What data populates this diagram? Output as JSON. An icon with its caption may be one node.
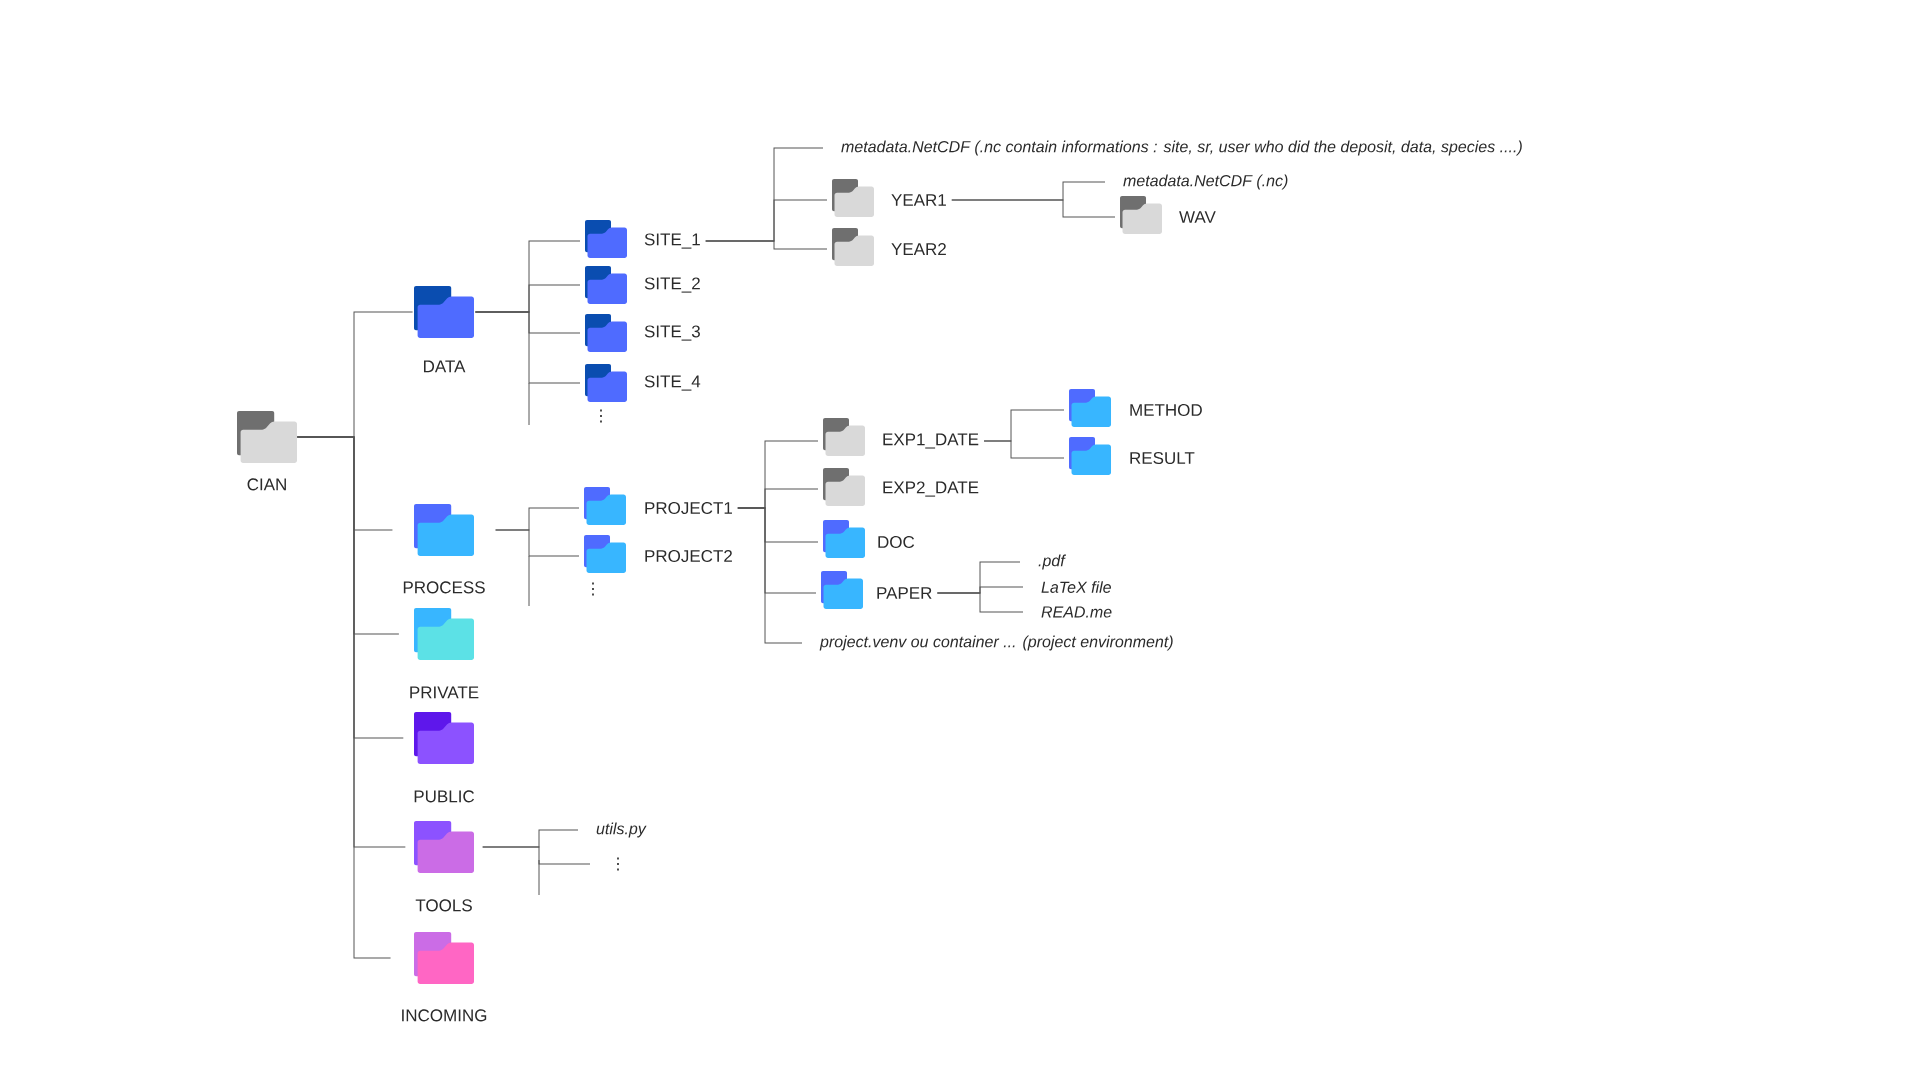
{
  "diagram": {
    "nodes": [
      {
        "text": [
          "CIAN"
        ]
      },
      {
        "text": [
          "DATA"
        ]
      },
      {
        "text": [
          "SITE_1"
        ]
      },
      {
        "text": [
          "metadata.NetCDF (.nc contain informations : site, sr, user who did the deposit, data, species ....)"
        ]
      },
      {
        "text": [
          "YEAR1"
        ]
      },
      {
        "text": [
          "metadata.NetCDF (.nc)"
        ]
      },
      {
        "text": [
          "WAV"
        ]
      },
      {
        "text": [
          "YEAR2"
        ]
      },
      {
        "text": [
          "SITE_2"
        ]
      },
      {
        "text": [
          "SITE_3"
        ]
      },
      {
        "text": [
          "SITE_4"
        ]
      },
      {
        "text": [
          "PROCESS"
        ]
      },
      {
        "text": [
          "PROJECT1"
        ]
      },
      {
        "text": [
          "EXP1_DATE"
        ]
      },
      {
        "text": [
          "METHOD"
        ]
      },
      {
        "text": [
          "RESULT"
        ]
      },
      {
        "text": [
          "EXP2_DATE"
        ]
      },
      {
        "text": [
          "DOC"
        ]
      },
      {
        "text": [
          "PAPER"
        ]
      },
      {
        "text": [
          ".pdf"
        ]
      },
      {
        "text": [
          "LaTeX file"
        ]
      },
      {
        "text": [
          "READ.me"
        ]
      },
      {
        "text": [
          "project.venv ou container ... (project environment)"
        ]
      },
      {
        "text": [
          "PROJECT2"
        ]
      },
      {
        "text": [
          "PRIVATE"
        ]
      },
      {
        "text": [
          "PUBLIC"
        ]
      },
      {
        "text": [
          "TOOLS"
        ]
      },
      {
        "text": [
          "utils.py"
        ]
      },
      {
        "text": [
          "⋮"
        ]
      },
      {
        "text": [
          "INCOMING"
        ]
      }
    ],
    "edges": [
      {
        "from": 0,
        "to": 1,
        "arrow": "none"
      },
      {
        "from": 0,
        "to": 11,
        "arrow": "none"
      },
      {
        "from": 0,
        "to": 24,
        "arrow": "none"
      },
      {
        "from": 0,
        "to": 25,
        "arrow": "none"
      },
      {
        "from": 0,
        "to": 26,
        "arrow": "none"
      },
      {
        "from": 0,
        "to": 29,
        "arrow": "none"
      },
      {
        "from": 1,
        "to": 2,
        "arrow": "none"
      },
      {
        "from": 1,
        "to": 8,
        "arrow": "none"
      },
      {
        "from": 1,
        "to": 9,
        "arrow": "none"
      },
      {
        "from": 1,
        "to": 10,
        "arrow": "none"
      },
      {
        "from": 2,
        "to": 3,
        "arrow": "none"
      },
      {
        "from": 2,
        "to": 4,
        "arrow": "none"
      },
      {
        "from": 2,
        "to": 7,
        "arrow": "none"
      },
      {
        "from": 4,
        "to": 5,
        "arrow": "none"
      },
      {
        "from": 4,
        "to": 6,
        "arrow": "none"
      },
      {
        "from": 11,
        "to": 12,
        "arrow": "none"
      },
      {
        "from": 11,
        "to": 23,
        "arrow": "none"
      },
      {
        "from": 12,
        "to": 13,
        "arrow": "none"
      },
      {
        "from": 12,
        "to": 16,
        "arrow": "none"
      },
      {
        "from": 12,
        "to": 17,
        "arrow": "none"
      },
      {
        "from": 12,
        "to": 18,
        "arrow": "none"
      },
      {
        "from": 12,
        "to": 22,
        "arrow": "none"
      },
      {
        "from": 13,
        "to": 14,
        "arrow": "none"
      },
      {
        "from": 13,
        "to": 15,
        "arrow": "none"
      },
      {
        "from": 18,
        "to": 19,
        "arrow": "none"
      },
      {
        "from": 18,
        "to": 20,
        "arrow": "none"
      },
      {
        "from": 18,
        "to": 21,
        "arrow": "none"
      },
      {
        "from": 26,
        "to": 27,
        "arrow": "none"
      },
      {
        "from": 26,
        "to": 28,
        "arrow": "none"
      }
    ],
    "labels": [
      "⋮",
      "⋮"
    ]
  }
}
